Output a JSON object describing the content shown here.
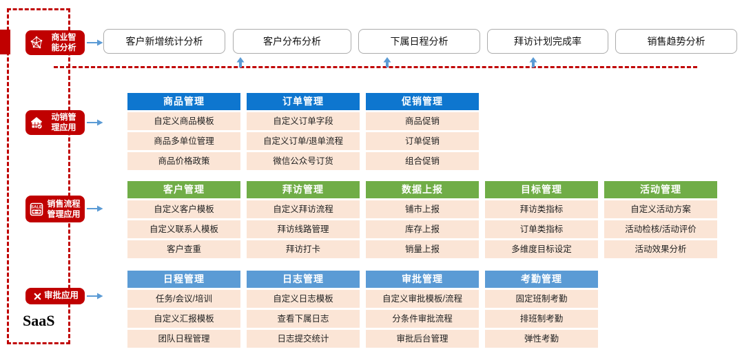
{
  "saas_label": "SaaS",
  "modules": [
    {
      "line1": "商业智",
      "line2": "能分析",
      "icon": "bi-network-icon"
    },
    {
      "line1": "动销管",
      "line2": "理应用",
      "icon": "store-icon"
    },
    {
      "line1": "销售流程",
      "line2": "管理应用",
      "icon": "sale-sliders-icon"
    },
    {
      "line1": "审批应用",
      "line2": "",
      "icon": "tools-icon"
    }
  ],
  "analysis": {
    "boxes": [
      "客户新增统计分析",
      "客户分布分析",
      "下属日程分析",
      "拜访计划完成率",
      "销售趋势分析"
    ]
  },
  "groups": [
    {
      "module": "动销管理应用",
      "header_color": "#0E76CF",
      "columns": [
        {
          "header": "商品管理",
          "items": [
            "自定义商品模板",
            "商品多单位管理",
            "商品价格政策"
          ]
        },
        {
          "header": "订单管理",
          "items": [
            "自定义订单字段",
            "自定义订单/退单流程",
            "微信公众号订货"
          ]
        },
        {
          "header": "促销管理",
          "items": [
            "商品促销",
            "订单促销",
            "组合促销"
          ]
        }
      ]
    },
    {
      "module": "销售流程管理应用",
      "header_color": "#70AD47",
      "columns": [
        {
          "header": "客户管理",
          "items": [
            "自定义客户模板",
            "自定义联系人模板",
            "客户查重"
          ]
        },
        {
          "header": "拜访管理",
          "items": [
            "自定义拜访流程",
            "拜访线路管理",
            "拜访打卡"
          ]
        },
        {
          "header": "数据上报",
          "items": [
            "铺市上报",
            "库存上报",
            "销量上报"
          ]
        },
        {
          "header": "目标管理",
          "items": [
            "拜访类指标",
            "订单类指标",
            "多维度目标设定"
          ]
        },
        {
          "header": "活动管理",
          "items": [
            "自定义活动方案",
            "活动检核/活动评价",
            "活动效果分析"
          ]
        }
      ]
    },
    {
      "module": "审批应用",
      "header_color": "#5B9BD5",
      "columns": [
        {
          "header": "日程管理",
          "items": [
            "任务/会议/培训",
            "自定义汇报模板",
            "团队日程管理"
          ]
        },
        {
          "header": "日志管理",
          "items": [
            "自定义日志模板",
            "查看下属日志",
            "日志提交统计"
          ]
        },
        {
          "header": "审批管理",
          "items": [
            "自定义审批模板/流程",
            "分条件审批流程",
            "审批后台管理"
          ]
        },
        {
          "header": "考勤管理",
          "items": [
            "固定班制考勤",
            "排班制考勤",
            "弹性考勤"
          ]
        }
      ]
    }
  ],
  "colors": {
    "brand_red": "#C00000",
    "blue_header": "#0E76CF",
    "green_header": "#70AD47",
    "light_blue_header": "#5B9BD5",
    "cell_bg": "#FBE5D6",
    "arrow_blue": "#5B9BD5"
  }
}
